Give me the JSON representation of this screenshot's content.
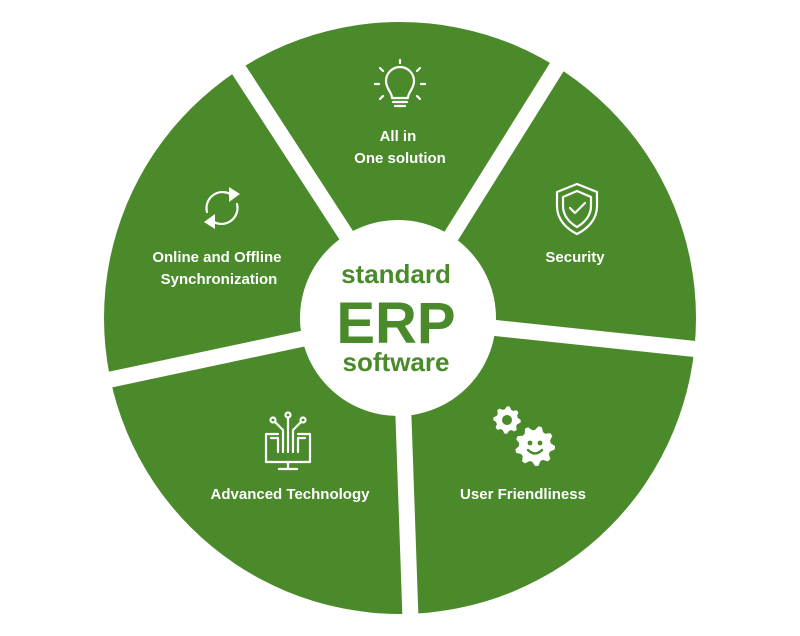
{
  "colors": {
    "segment": "#4a8a2a",
    "gap": "#ffffff",
    "hub": "#ffffff",
    "hub_text": "#4a8a2a",
    "label_text": "#ffffff"
  },
  "center": {
    "line1": "standard",
    "line2": "ERP",
    "line3": "software"
  },
  "segments": [
    {
      "icon": "lightbulb-icon",
      "lines": [
        "All in",
        "One solution"
      ]
    },
    {
      "icon": "shield-check-icon",
      "lines": [
        "Security"
      ]
    },
    {
      "icon": "smiling-gears-icon",
      "lines": [
        "User Friendliness"
      ]
    },
    {
      "icon": "circuit-monitor-icon",
      "lines": [
        "Advanced Technology"
      ]
    },
    {
      "icon": "sync-arrows-icon",
      "lines": [
        "Online and Offline",
        "Synchronization"
      ]
    }
  ]
}
